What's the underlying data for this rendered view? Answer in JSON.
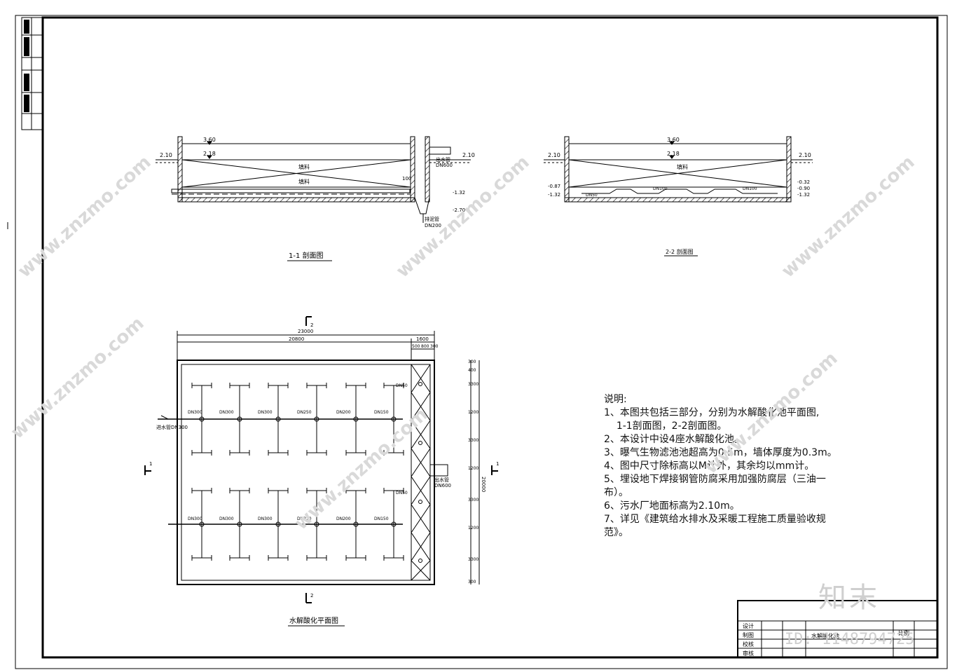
{
  "section1": {
    "title": "1-1 剖面图",
    "elev_top": "3.60",
    "elev_water": "2.18",
    "elev_ground": "2.10",
    "elev_ground_right": "2.10",
    "filler_upper": "填料",
    "filler_lower": "填料",
    "dim_100": "100",
    "elev_neg1": "-1.32",
    "elev_neg2": "-2.70",
    "outlet_label": "出水管",
    "outlet_dn": "DN600",
    "sludge_label": "排泥管",
    "sludge_dn": "DN200"
  },
  "section2": {
    "title": "2-2 剖面图",
    "elev_top": "3.60",
    "elev_water": "2.18",
    "elev_ground_left": "2.10",
    "elev_ground_right": "2.10",
    "filler": "填料",
    "elev_left1": "-0.87",
    "elev_left2": "-1.32",
    "elev_right1": "-0.32",
    "elev_right2": "-0.90",
    "elev_right3": "-1.32",
    "dn_a": "DN100",
    "dn_b": "DN50",
    "dn_c": "DN100"
  },
  "plan": {
    "title": "水解酸化平面图",
    "section_mark_2": "2",
    "section_mark_1": "1",
    "dim_total": "23000",
    "dim_main": "20800",
    "dim_chan": "1600",
    "dim_500": "500",
    "dim_800": "800",
    "dim_300": "300",
    "inlet_label": "进水管DN300",
    "pipe_dns": [
      "DN300",
      "DN300",
      "DN300",
      "DN250",
      "DN200",
      "DN150"
    ],
    "outlet_label": "出水管",
    "outlet_dn": "DN600",
    "right_dims": [
      "300",
      "400",
      "3300",
      "1200",
      "3300",
      "1200",
      "3300",
      "1200",
      "3300",
      "300"
    ],
    "right_total": "20000",
    "small_dn": "DN50"
  },
  "notes": {
    "heading": "说明:",
    "lines": [
      "1、本图共包括三部分，分别为水解酸化池平面图,",
      "    1-1剖面图，2-2剖面图。",
      "2、本设计中设4座水解酸化池。",
      "3、曝气生物滤池池超高为0.5m，墙体厚度为0.3m。",
      "4、图中尺寸除标高以M计外，其余均以mm计。",
      "5、埋设地下焊接钢管防腐采用加强防腐层（三油一布）。",
      "6、污水厂地面标高为2.10m。",
      "7、详见《建筑给水排水及采暖工程施工质量验收规范》。"
    ]
  },
  "titleblock": {
    "rows": [
      "设计",
      "制图",
      "校核",
      "审核"
    ],
    "drawing_name": "水解酸化池",
    "scale_label": "比例"
  },
  "watermark": {
    "site": "www.znzmo.com",
    "brand": "知末",
    "id": "ID: 1148794725"
  },
  "colors": {
    "line": "#000000",
    "watermark": "#d0d0d0"
  }
}
